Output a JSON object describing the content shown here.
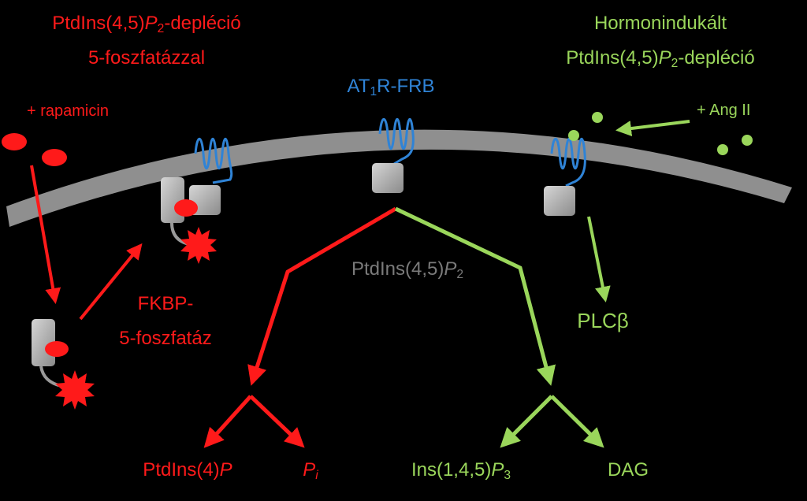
{
  "colors": {
    "background": "#000000",
    "membrane": "#8f8f8f",
    "red_pathway": "#ff1a1a",
    "green_pathway": "#9ad65b",
    "receptor": "#2f83d6",
    "protein_box": "#b5b5b5"
  },
  "labels": {
    "left_title_line1_a": "PtdIns(4,5)",
    "left_title_line1_p": "P",
    "left_title_line1_sub": "2",
    "left_title_line1_b": "-depléció",
    "left_title_line2": "5-foszfatázzal",
    "right_title_line1": "Hormonindukált",
    "right_title_line2_a": "PtdIns(4,5)",
    "right_title_line2_p": "P",
    "right_title_line2_sub": "2",
    "right_title_line2_b": "-depléció",
    "receptor_a": "AT",
    "receptor_sub": "1",
    "receptor_b": "R-FRB",
    "rapamycin": "+ rapamicin",
    "ang2": "+ Ang II",
    "fkbp_line1": "FKBP-",
    "fkbp_line2": "5-foszfatáz",
    "pip2_a": "PtdIns(4,5)",
    "pip2_p": "P",
    "pip2_sub": "2",
    "plc": "PLCβ",
    "pi4p_a": "PtdIns(4)",
    "pi4p_p": "P",
    "pi_p": "P",
    "pi_sub": "i",
    "ip3_a": "Ins(1,4,5)",
    "ip3_p": "P",
    "ip3_sub": "3",
    "dag": "DAG"
  }
}
